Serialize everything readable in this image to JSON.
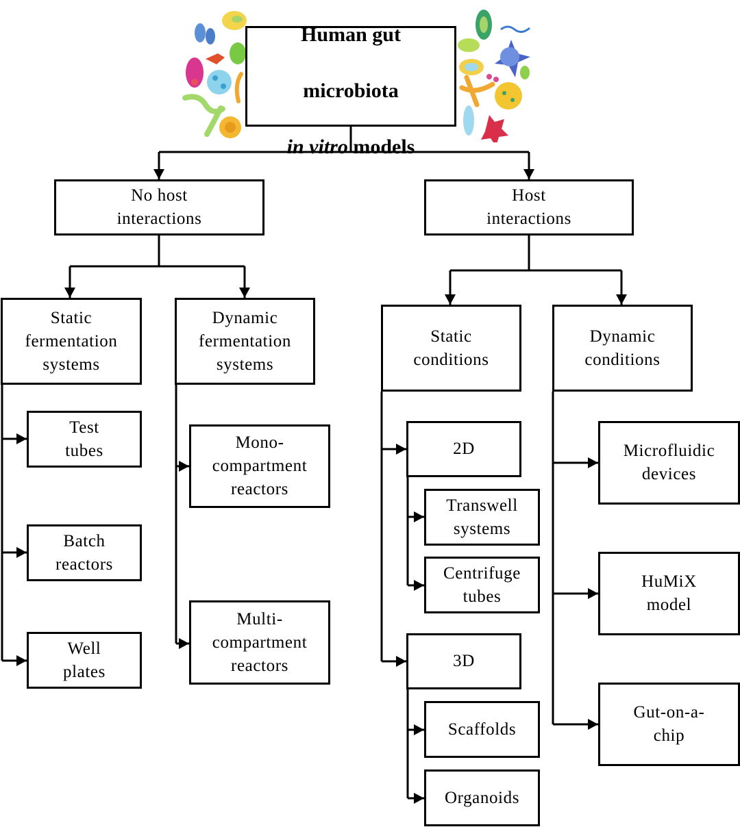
{
  "title": {
    "line1": "Human gut",
    "line2": "microbiota",
    "italic": "in vitro",
    "rest": " models"
  },
  "decoration": {
    "left": "microbes-cluster-left",
    "right": "microbes-cluster-right"
  },
  "branches": {
    "no_host": {
      "label": "No host\ninteractions",
      "static": {
        "label": "Static\nfermentation\nsystems",
        "children": [
          "Test\ntubes",
          "Batch\nreactors",
          "Well\nplates"
        ]
      },
      "dynamic": {
        "label": "Dynamic\nfermentation\nsystems",
        "children": [
          "Mono-\ncompartment\nreactors",
          "Multi-\ncompartment\nreactors"
        ]
      }
    },
    "host": {
      "label": "Host\ninteractions",
      "static": {
        "label": "Static\nconditions",
        "d2": {
          "label": "2D",
          "children": [
            "Transwell\nsystems",
            "Centrifuge\ntubes"
          ]
        },
        "d3": {
          "label": "3D",
          "children": [
            "Scaffolds",
            "Organoids"
          ]
        }
      },
      "dynamic": {
        "label": "Dynamic\nconditions",
        "children": [
          "Microfluidic\ndevices",
          "HuMiX\nmodel",
          "Gut-on-a-\nchip"
        ]
      }
    }
  }
}
